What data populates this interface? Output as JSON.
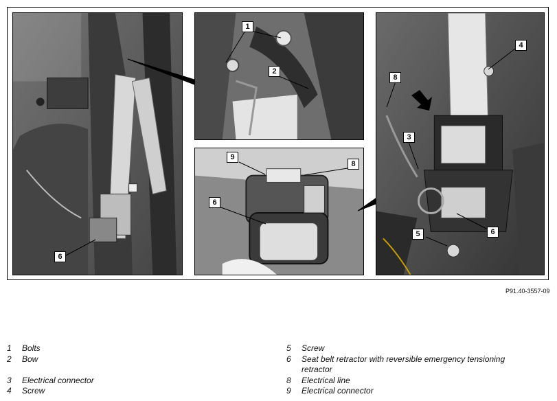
{
  "figure": {
    "reference_code": "P91.40-3557-09",
    "callouts": {
      "main_6": "6",
      "tl_1": "1",
      "tl_2": "2",
      "bl_9": "9",
      "bl_8": "8",
      "bl_6": "6",
      "r_4": "4",
      "r_8": "8",
      "r_3": "3",
      "r_6": "6",
      "r_5": "5"
    }
  },
  "legend": {
    "left": [
      {
        "num": "1",
        "text": "Bolts"
      },
      {
        "num": "2",
        "text": "Bow"
      },
      {
        "num": "3",
        "text": "Electrical connector"
      },
      {
        "num": "4",
        "text": "Screw"
      }
    ],
    "right": [
      {
        "num": "5",
        "text": "Screw"
      },
      {
        "num": "6",
        "text": "Seat belt retractor with reversible emergency tensioning retractor"
      },
      {
        "num": "8",
        "text": "Electrical line"
      },
      {
        "num": "9",
        "text": "Electrical connector"
      }
    ]
  }
}
